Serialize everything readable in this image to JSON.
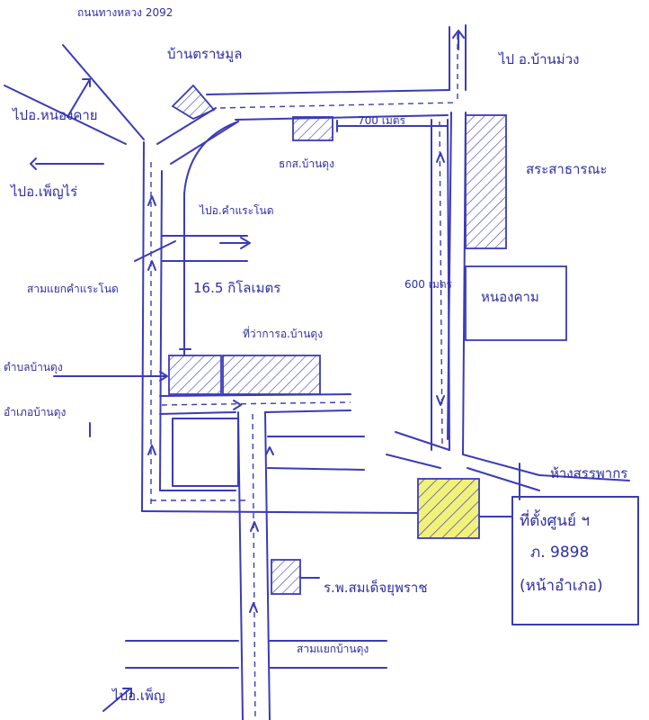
{
  "labels": {
    "top_road": "ถนนทางหลวง 2092",
    "ban_tarai_mun": "บ้านตราษมูล",
    "to_nong_khai": "ไปอ.หนองคาย",
    "to_phon_phisai": "ไปอ.เพ็ญไร่",
    "to_kham_ta": "ไปอ.คำแระโนด",
    "km_165": "16.5 กิโลเมตร",
    "junction_kham_ta": "สามแยกคำแระโนด",
    "office_ban_dung": "ที่ว่าการอ.บ้านดุง",
    "ban_dung_subdistrict": "ตำบลบ้านดุง",
    "ban_dung_district": "อำเภอบ้านดุง",
    "to_ban_muang": "ไป อ.บ้านม่วง",
    "bk_ban_dung": "ธกส.บ้านดุง",
    "dist_700": "700 เมตร",
    "dist_600": "600 เมตร",
    "public_pond": "สระสาธารณะ",
    "marsh": "หนองคาม",
    "market": "ห้างสรรพากร",
    "site_line1": "ที่ตั้งศูนย์ ฯ",
    "site_line2": "ภ. 9898",
    "site_line3": "(หน้าอำเภอ)",
    "hospital": "ร.พ.สมเด็จยุพราช",
    "junction_ban_dung": "สามแยกบ้านดุง",
    "to_phen": "ไปอ.เพ็ญ"
  },
  "colors": {
    "ink": "#3b3bb8",
    "site_fill": "#f2f27a"
  }
}
